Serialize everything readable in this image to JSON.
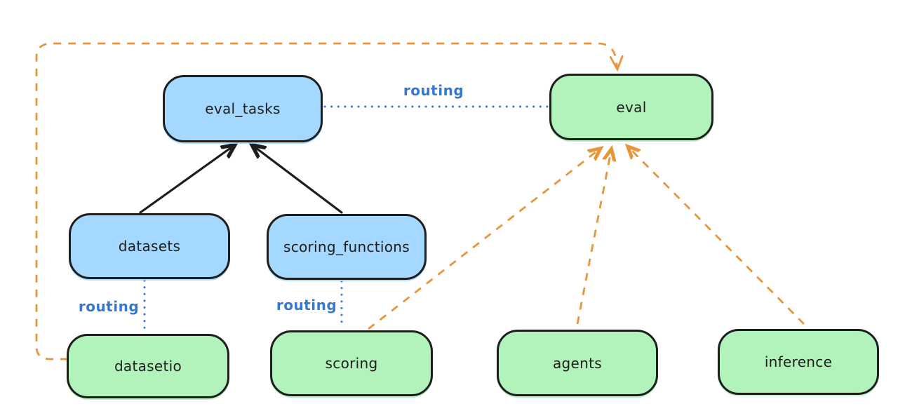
{
  "diagram": {
    "background_color": "#ffffff",
    "colors": {
      "api_node_fill": "#a5d8ff",
      "provider_node_fill": "#b2f2bb",
      "node_stroke": "#1e1e1e",
      "routing_link": "#3578cf",
      "provider_link": "#e8953a",
      "registration_link": "#1e1e1e"
    },
    "nodes": [
      {
        "id": "eval_tasks",
        "label": "eval_tasks",
        "kind": "api-resource"
      },
      {
        "id": "eval",
        "label": "eval",
        "kind": "provider"
      },
      {
        "id": "datasets",
        "label": "datasets",
        "kind": "api-resource"
      },
      {
        "id": "scoring_functions",
        "label": "scoring_functions",
        "kind": "api-resource"
      },
      {
        "id": "datasetio",
        "label": "datasetio",
        "kind": "provider"
      },
      {
        "id": "scoring",
        "label": "scoring",
        "kind": "provider"
      },
      {
        "id": "agents",
        "label": "agents",
        "kind": "provider"
      },
      {
        "id": "inference",
        "label": "inference",
        "kind": "provider"
      }
    ],
    "edges": [
      {
        "from": "eval_tasks",
        "to": "eval",
        "style": "blue-dotted",
        "label": "routing"
      },
      {
        "from": "datasets",
        "to": "datasetio",
        "style": "blue-dotted",
        "label": "routing"
      },
      {
        "from": "scoring_functions",
        "to": "scoring",
        "style": "blue-dotted",
        "label": "routing"
      },
      {
        "from": "datasets",
        "to": "eval_tasks",
        "style": "black-solid-arrow",
        "label": ""
      },
      {
        "from": "scoring_functions",
        "to": "eval_tasks",
        "style": "black-solid-arrow",
        "label": ""
      },
      {
        "from": "datasetio",
        "to": "eval",
        "style": "orange-dashed-arrow",
        "label": ""
      },
      {
        "from": "scoring",
        "to": "eval",
        "style": "orange-dashed-arrow",
        "label": ""
      },
      {
        "from": "agents",
        "to": "eval",
        "style": "orange-dashed-arrow",
        "label": ""
      },
      {
        "from": "inference",
        "to": "eval",
        "style": "orange-dashed-arrow",
        "label": ""
      }
    ]
  }
}
